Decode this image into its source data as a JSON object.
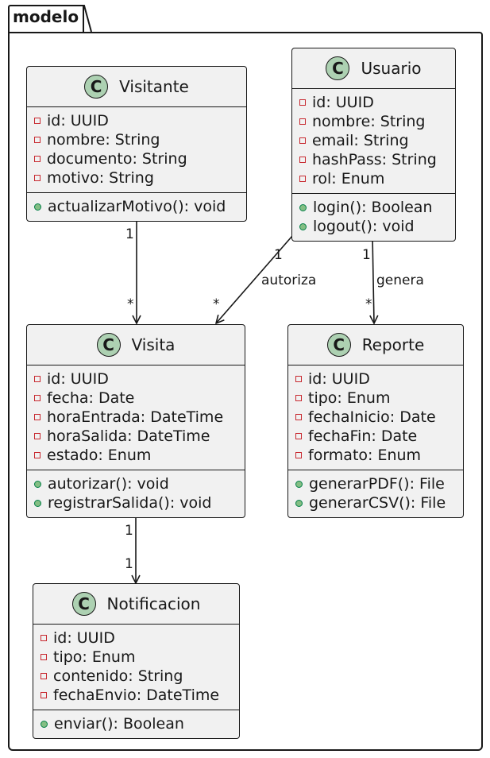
{
  "package": {
    "name": "modelo"
  },
  "classes": {
    "visitante": {
      "icon_letter": "C",
      "name": "Visitante",
      "attributes": [
        "id: UUID",
        "nombre: String",
        "documento: String",
        "motivo: String"
      ],
      "methods": [
        "actualizarMotivo(): void"
      ]
    },
    "usuario": {
      "icon_letter": "C",
      "name": "Usuario",
      "attributes": [
        "id: UUID",
        "nombre: String",
        "email: String",
        "hashPass: String",
        "rol: Enum"
      ],
      "methods": [
        "login(): Boolean",
        "logout(): void"
      ]
    },
    "visita": {
      "icon_letter": "C",
      "name": "Visita",
      "attributes": [
        "id: UUID",
        "fecha: Date",
        "horaEntrada: DateTime",
        "horaSalida: DateTime",
        "estado: Enum"
      ],
      "methods": [
        "autorizar(): void",
        "registrarSalida(): void"
      ]
    },
    "reporte": {
      "icon_letter": "C",
      "name": "Reporte",
      "attributes": [
        "id: UUID",
        "tipo: Enum",
        "fechaInicio: Date",
        "fechaFin: Date",
        "formato: Enum"
      ],
      "methods": [
        "generarPDF(): File",
        "generarCSV(): File"
      ]
    },
    "notificacion": {
      "icon_letter": "C",
      "name": "Notificacion",
      "attributes": [
        "id: UUID",
        "tipo: Enum",
        "contenido: String",
        "fechaEnvio: DateTime"
      ],
      "methods": [
        "enviar(): Boolean"
      ]
    }
  },
  "relations": {
    "visitante_visita": {
      "from": "Visitante",
      "to": "Visita",
      "source_mult": "1",
      "target_mult": "*",
      "label": ""
    },
    "usuario_visita": {
      "from": "Usuario",
      "to": "Visita",
      "source_mult": "1",
      "target_mult": "*",
      "label": "autoriza"
    },
    "usuario_reporte": {
      "from": "Usuario",
      "to": "Reporte",
      "source_mult": "1",
      "target_mult": "*",
      "label": "genera"
    },
    "visita_notificacion": {
      "from": "Visita",
      "to": "Notificacion",
      "source_mult": "1",
      "target_mult": "1",
      "label": ""
    }
  },
  "colors": {
    "class_fill": "#f1f1f1",
    "class_icon": "#add1b2",
    "private_marker": "#c82930",
    "public_marker": "#84be84",
    "line": "#181818"
  }
}
